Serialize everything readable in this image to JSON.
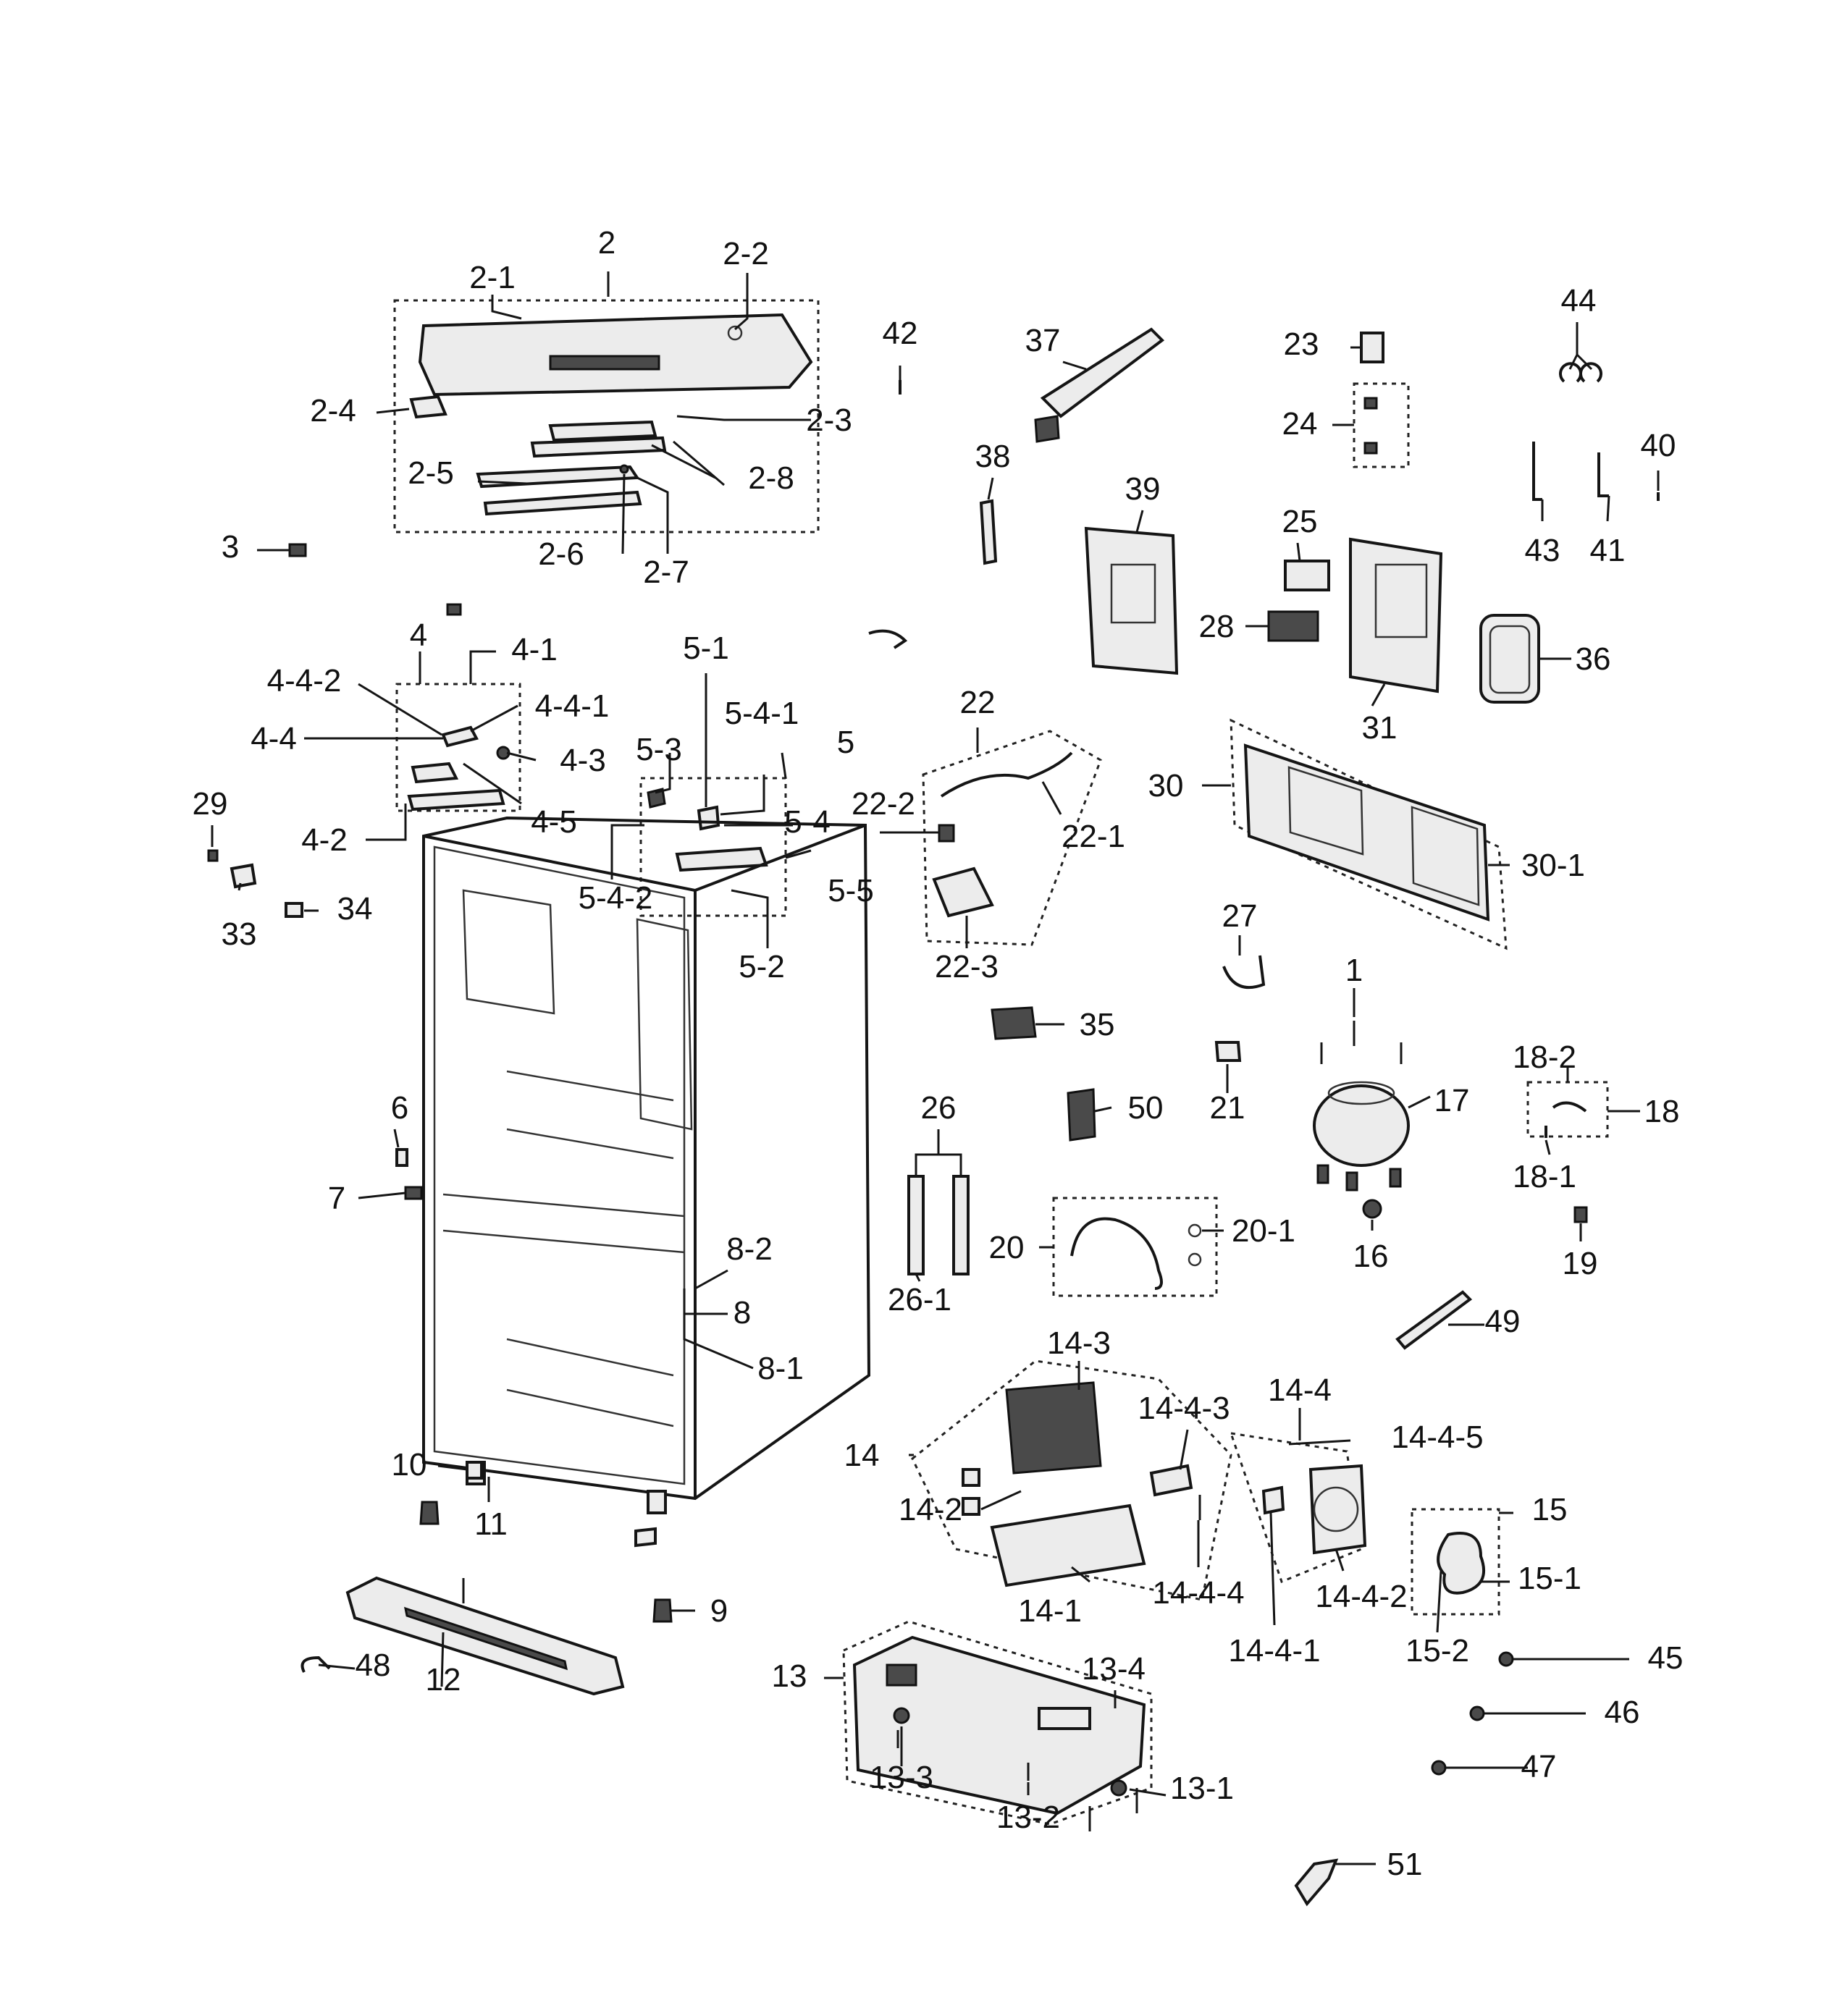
{
  "labels": [
    {
      "id": "2",
      "text": "2"
    },
    {
      "id": "2-1",
      "text": "2-1"
    },
    {
      "id": "2-2",
      "text": "2-2"
    },
    {
      "id": "2-3",
      "text": "2-3"
    },
    {
      "id": "2-4",
      "text": "2-4"
    },
    {
      "id": "2-5",
      "text": "2-5"
    },
    {
      "id": "2-6",
      "text": "2-6"
    },
    {
      "id": "2-7",
      "text": "2-7"
    },
    {
      "id": "2-8",
      "text": "2-8"
    },
    {
      "id": "3",
      "text": "3"
    },
    {
      "id": "4",
      "text": "4"
    },
    {
      "id": "4-1",
      "text": "4-1"
    },
    {
      "id": "4-2",
      "text": "4-2"
    },
    {
      "id": "4-3",
      "text": "4-3"
    },
    {
      "id": "4-4",
      "text": "4-4"
    },
    {
      "id": "4-4-1",
      "text": "4-4-1"
    },
    {
      "id": "4-4-2",
      "text": "4-4-2"
    },
    {
      "id": "4-5",
      "text": "4-5"
    },
    {
      "id": "5",
      "text": "5"
    },
    {
      "id": "5-1",
      "text": "5-1"
    },
    {
      "id": "5-2",
      "text": "5-2"
    },
    {
      "id": "5-3",
      "text": "5-3"
    },
    {
      "id": "5-4",
      "text": "5-4"
    },
    {
      "id": "5-4-1",
      "text": "5-4-1"
    },
    {
      "id": "5-4-2",
      "text": "5-4-2"
    },
    {
      "id": "5-5",
      "text": "5-5"
    },
    {
      "id": "6",
      "text": "6"
    },
    {
      "id": "7",
      "text": "7"
    },
    {
      "id": "8",
      "text": "8"
    },
    {
      "id": "8-1",
      "text": "8-1"
    },
    {
      "id": "8-2",
      "text": "8-2"
    },
    {
      "id": "9",
      "text": "9"
    },
    {
      "id": "10",
      "text": "10"
    },
    {
      "id": "11",
      "text": "11"
    },
    {
      "id": "12",
      "text": "12"
    },
    {
      "id": "13",
      "text": "13"
    },
    {
      "id": "13-1",
      "text": "13-1"
    },
    {
      "id": "13-2",
      "text": "13-2"
    },
    {
      "id": "13-3",
      "text": "13-3"
    },
    {
      "id": "13-4",
      "text": "13-4"
    },
    {
      "id": "14",
      "text": "14"
    },
    {
      "id": "14-1",
      "text": "14-1"
    },
    {
      "id": "14-2",
      "text": "14-2"
    },
    {
      "id": "14-3",
      "text": "14-3"
    },
    {
      "id": "14-4",
      "text": "14-4"
    },
    {
      "id": "14-4-1",
      "text": "14-4-1"
    },
    {
      "id": "14-4-2",
      "text": "14-4-2"
    },
    {
      "id": "14-4-3",
      "text": "14-4-3"
    },
    {
      "id": "14-4-4",
      "text": "14-4-4"
    },
    {
      "id": "14-4-5",
      "text": "14-4-5"
    },
    {
      "id": "15",
      "text": "15"
    },
    {
      "id": "15-1",
      "text": "15-1"
    },
    {
      "id": "15-2",
      "text": "15-2"
    },
    {
      "id": "1",
      "text": "1"
    },
    {
      "id": "16",
      "text": "16"
    },
    {
      "id": "17",
      "text": "17"
    },
    {
      "id": "18",
      "text": "18"
    },
    {
      "id": "18-1",
      "text": "18-1"
    },
    {
      "id": "18-2",
      "text": "18-2"
    },
    {
      "id": "19",
      "text": "19"
    },
    {
      "id": "20",
      "text": "20"
    },
    {
      "id": "20-1",
      "text": "20-1"
    },
    {
      "id": "21",
      "text": "21"
    },
    {
      "id": "22",
      "text": "22"
    },
    {
      "id": "22-1",
      "text": "22-1"
    },
    {
      "id": "22-2",
      "text": "22-2"
    },
    {
      "id": "22-3",
      "text": "22-3"
    },
    {
      "id": "23",
      "text": "23"
    },
    {
      "id": "24",
      "text": "24"
    },
    {
      "id": "25",
      "text": "25"
    },
    {
      "id": "26",
      "text": "26"
    },
    {
      "id": "26-1",
      "text": "26-1"
    },
    {
      "id": "27",
      "text": "27"
    },
    {
      "id": "28",
      "text": "28"
    },
    {
      "id": "29",
      "text": "29"
    },
    {
      "id": "30",
      "text": "30"
    },
    {
      "id": "30-1",
      "text": "30-1"
    },
    {
      "id": "31",
      "text": "31"
    },
    {
      "id": "33",
      "text": "33"
    },
    {
      "id": "34",
      "text": "34"
    },
    {
      "id": "35",
      "text": "35"
    },
    {
      "id": "36",
      "text": "36"
    },
    {
      "id": "37",
      "text": "37"
    },
    {
      "id": "38",
      "text": "38"
    },
    {
      "id": "39",
      "text": "39"
    },
    {
      "id": "40",
      "text": "40"
    },
    {
      "id": "41",
      "text": "41"
    },
    {
      "id": "42",
      "text": "42"
    },
    {
      "id": "43",
      "text": "43"
    },
    {
      "id": "44",
      "text": "44"
    },
    {
      "id": "45",
      "text": "45"
    },
    {
      "id": "46",
      "text": "46"
    },
    {
      "id": "47",
      "text": "47"
    },
    {
      "id": "48",
      "text": "48"
    },
    {
      "id": "49",
      "text": "49"
    },
    {
      "id": "50",
      "text": "50"
    },
    {
      "id": "51",
      "text": "51"
    }
  ]
}
